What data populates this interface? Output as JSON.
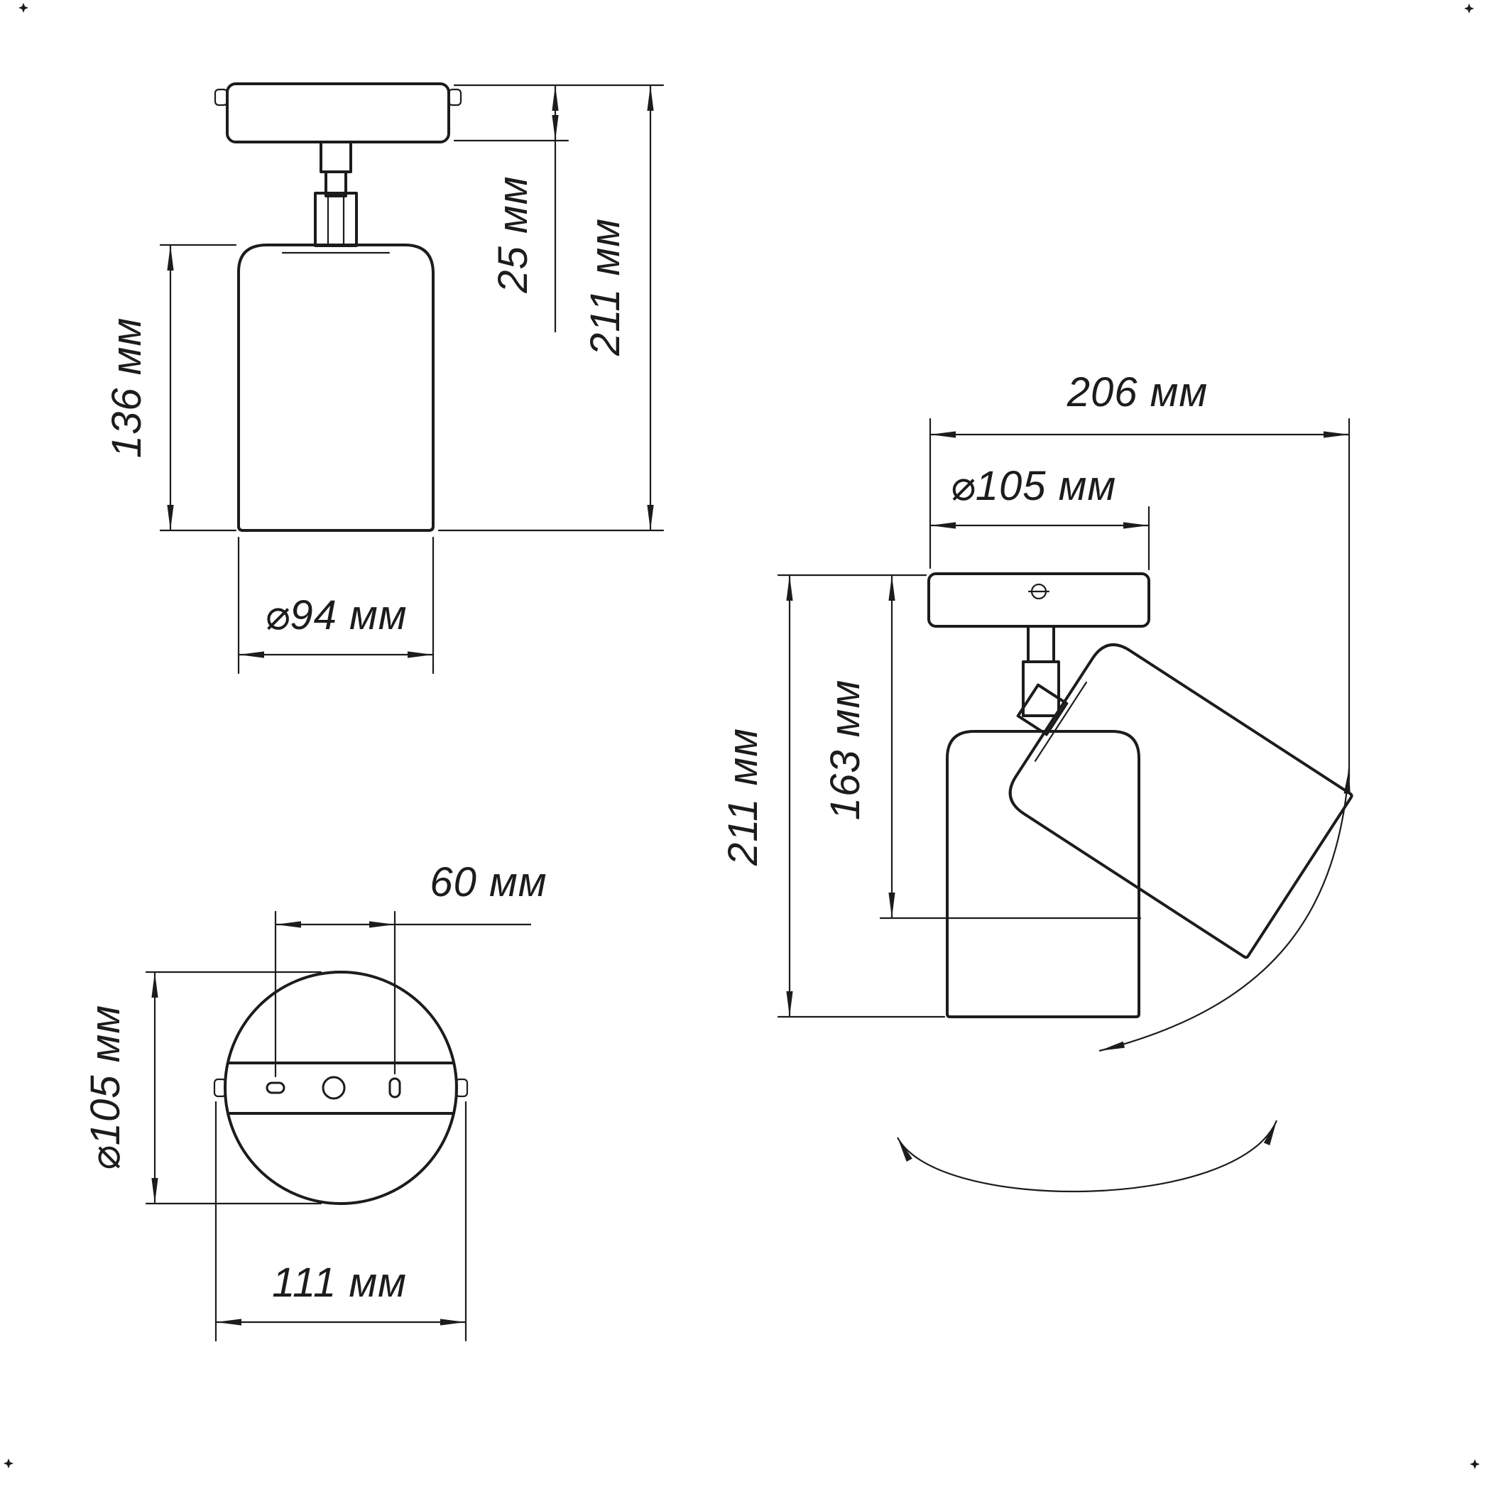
{
  "sheet": {
    "background": "#ffffff",
    "ink": "#1c1c1c"
  },
  "views": {
    "front": {
      "dim_plate_height": "25 мм",
      "dim_total_height": "211 мм",
      "dim_shade_height": "136 мм",
      "dim_shade_diameter": "⌀94 мм"
    },
    "bottom": {
      "dim_slot_spacing": "60 мм",
      "dim_base_diameter": "⌀105 мм",
      "dim_overall_width": "111 мм"
    },
    "tilted": {
      "dim_reach": "206 мм",
      "dim_base_diameter": "⌀105 мм",
      "dim_total_height": "211 мм",
      "dim_body_height": "163 мм"
    }
  }
}
